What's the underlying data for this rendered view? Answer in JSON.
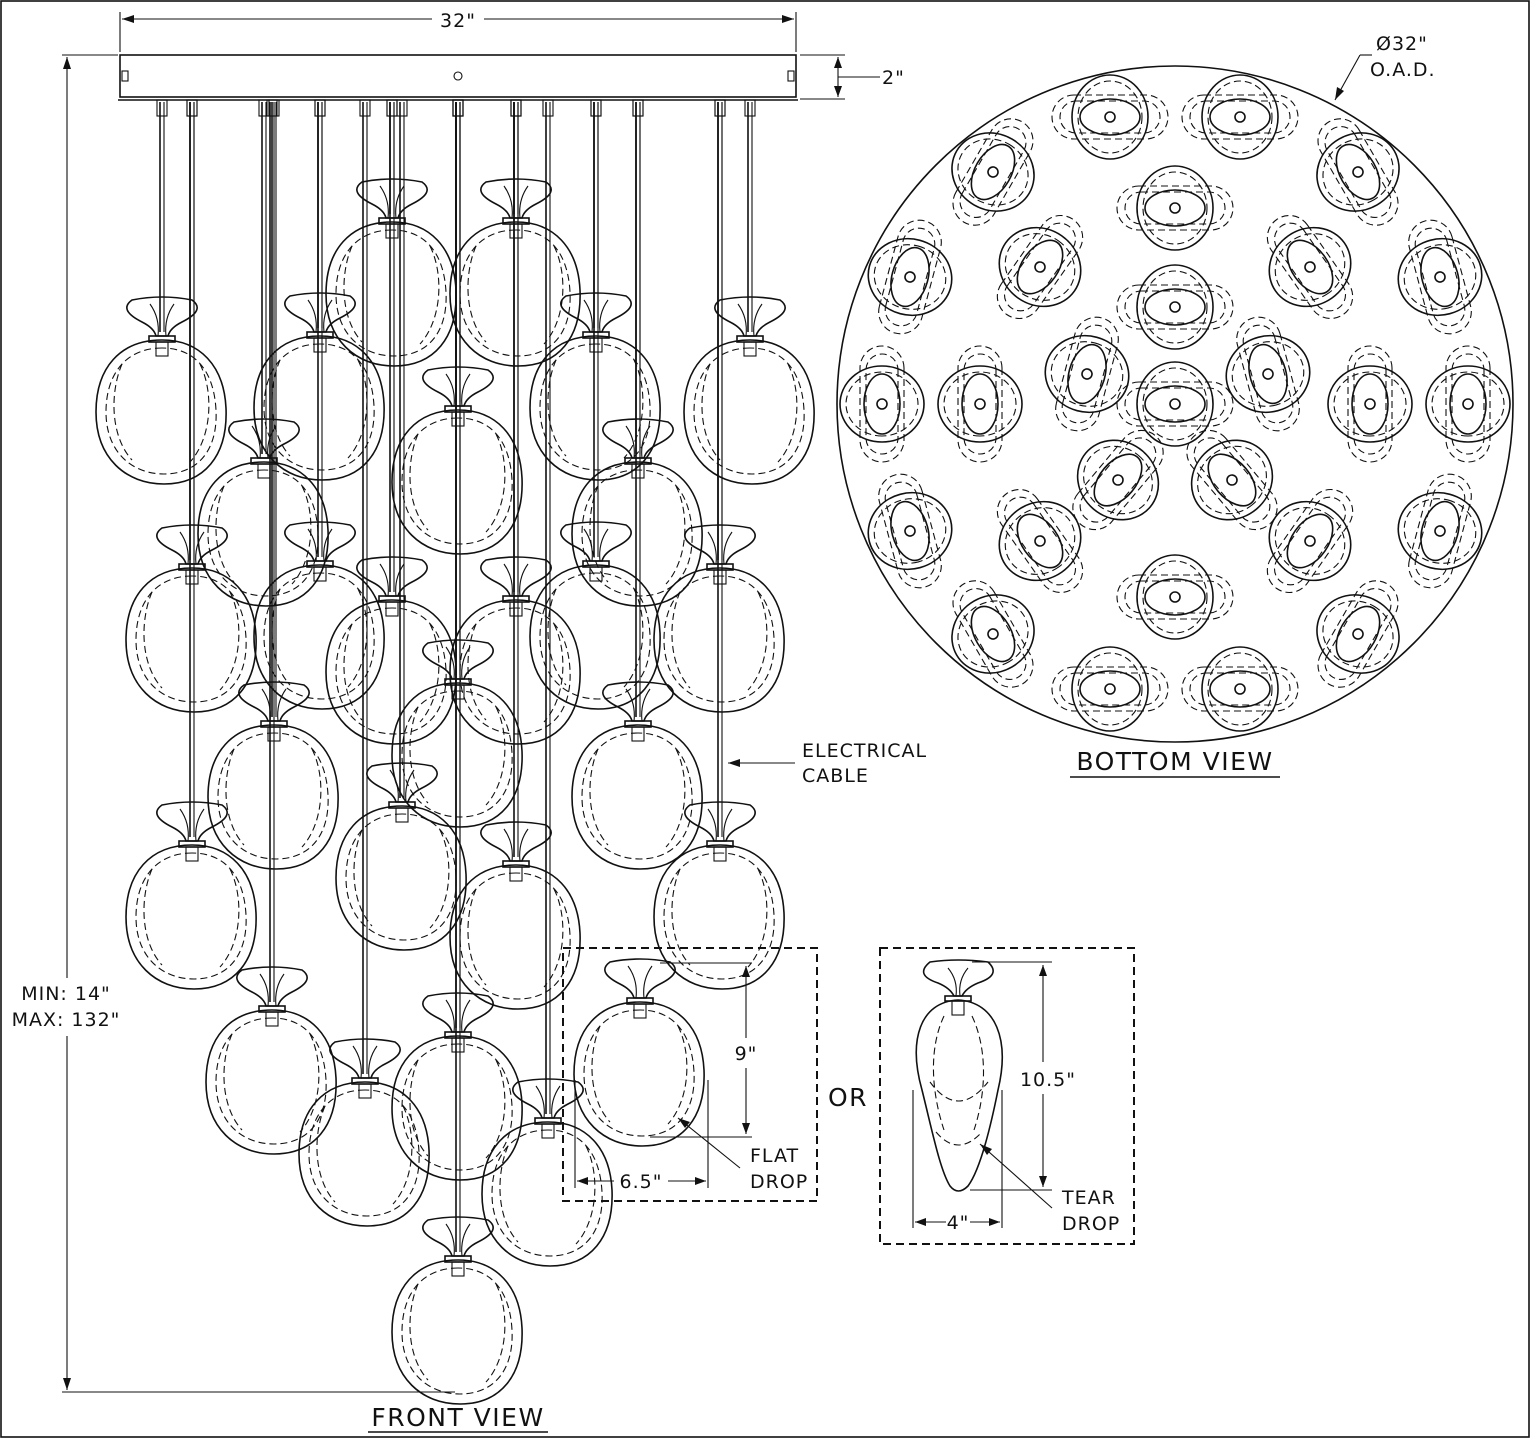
{
  "drawing": {
    "dim_canopy_width": "32\"",
    "dim_canopy_height": "2\"",
    "dim_diameter": "Ø32\"",
    "dim_diameter_note": "O.A.D.",
    "dim_min": "MIN: 14\"",
    "dim_max": "MAX: 132\"",
    "cable_label_1": "ELECTRICAL",
    "cable_label_2": "CABLE",
    "front_view_title": "FRONT VIEW",
    "bottom_view_title": "BOTTOM VIEW",
    "or_label": "OR",
    "flat_height": "9\"",
    "flat_width": "6.5\"",
    "flat_label_1": "FLAT",
    "flat_label_2": "DROP",
    "tear_height": "10.5\"",
    "tear_width": "4\"",
    "tear_label_1": "TEAR",
    "tear_label_2": "DROP"
  }
}
